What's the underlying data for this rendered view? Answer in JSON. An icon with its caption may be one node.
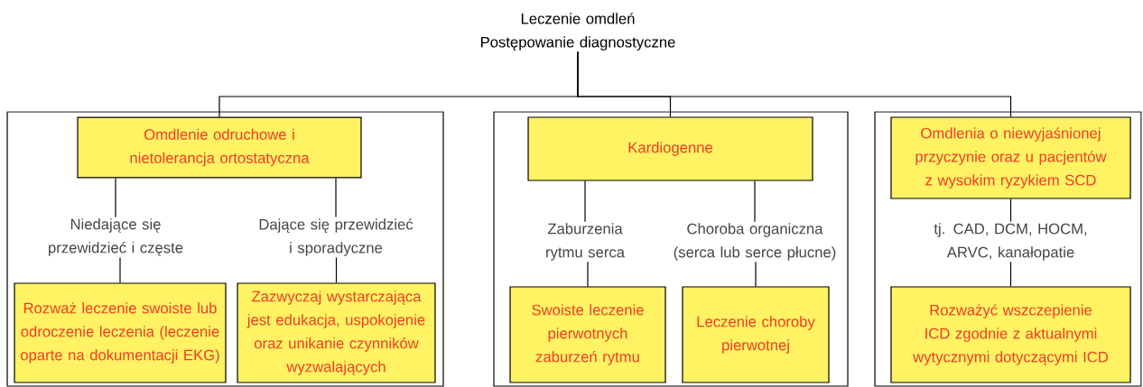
{
  "diagram": {
    "nodes": [
      {
        "text": [
          "Leczenie omdleń",
          "Postępowanie diagnostyczne"
        ]
      },
      {
        "text": [],
        "shape": "box"
      },
      {
        "text": [
          "Omdlenie odruchowe i nietolerancja ortostatyczna"
        ],
        "in": 1
      },
      {
        "text": [
          "Niedające się przewidzieć i częste"
        ],
        "in": 1
      },
      {
        "text": [
          "Dające się przewidzieć i sporadyczne"
        ],
        "in": 1
      },
      {
        "text": [
          "Rozważ leczenie swoiste lub odroczenie leczenia (leczenie oparte na dokumentacji EKG)"
        ],
        "in": 1
      },
      {
        "text": [
          "Zazwyczaj wystarczająca jest edukacja, uspokojenie oraz unikanie czynników wyzwalających"
        ],
        "in": 1
      },
      {
        "text": [],
        "shape": "box"
      },
      {
        "text": [
          "Kardiogenne"
        ],
        "in": 7
      },
      {
        "text": [
          "Zaburzenia rytmu serca"
        ],
        "in": 7
      },
      {
        "text": [
          "Choroba organiczna (serca lub serce płucne)"
        ],
        "in": 7
      },
      {
        "text": [
          "Swoiste leczenie pierwotnych zaburzeń rytmu"
        ],
        "in": 7
      },
      {
        "text": [
          "Leczenie choroby pierwotnej"
        ],
        "in": 7
      },
      {
        "text": [],
        "shape": "box"
      },
      {
        "text": [
          "Omdlenia o niewyjaśnionej przyczynie oraz u pacjentów z wysokim ryzykiem SCD"
        ],
        "in": 13
      },
      {
        "text": [
          "tj. CAD, DCM, HOCM, ARVC, kanałopatie"
        ],
        "in": 13
      },
      {
        "text": [
          "Rozważyć wszczepienie ICD zgodnie z aktualnymi wytycznymi dotyczącymi ICD"
        ],
        "in": 13
      }
    ],
    "edges": [
      {
        "from": 0,
        "to": 2,
        "arrow": "none"
      },
      {
        "from": 0,
        "to": 8,
        "arrow": "none"
      },
      {
        "from": 0,
        "to": 14,
        "arrow": "none"
      },
      {
        "from": 2,
        "to": 3,
        "arrow": "none"
      },
      {
        "from": 2,
        "to": 4,
        "arrow": "none"
      },
      {
        "from": 3,
        "to": 5,
        "arrow": "none"
      },
      {
        "from": 4,
        "to": 6,
        "arrow": "none"
      },
      {
        "from": 8,
        "to": 9,
        "arrow": "none"
      },
      {
        "from": 8,
        "to": 10,
        "arrow": "none"
      },
      {
        "from": 9,
        "to": 11,
        "arrow": "none"
      },
      {
        "from": 10,
        "to": 12,
        "arrow": "none"
      },
      {
        "from": 14,
        "to": 15,
        "arrow": "none"
      },
      {
        "from": 15,
        "to": 16,
        "arrow": "none"
      }
    ]
  }
}
